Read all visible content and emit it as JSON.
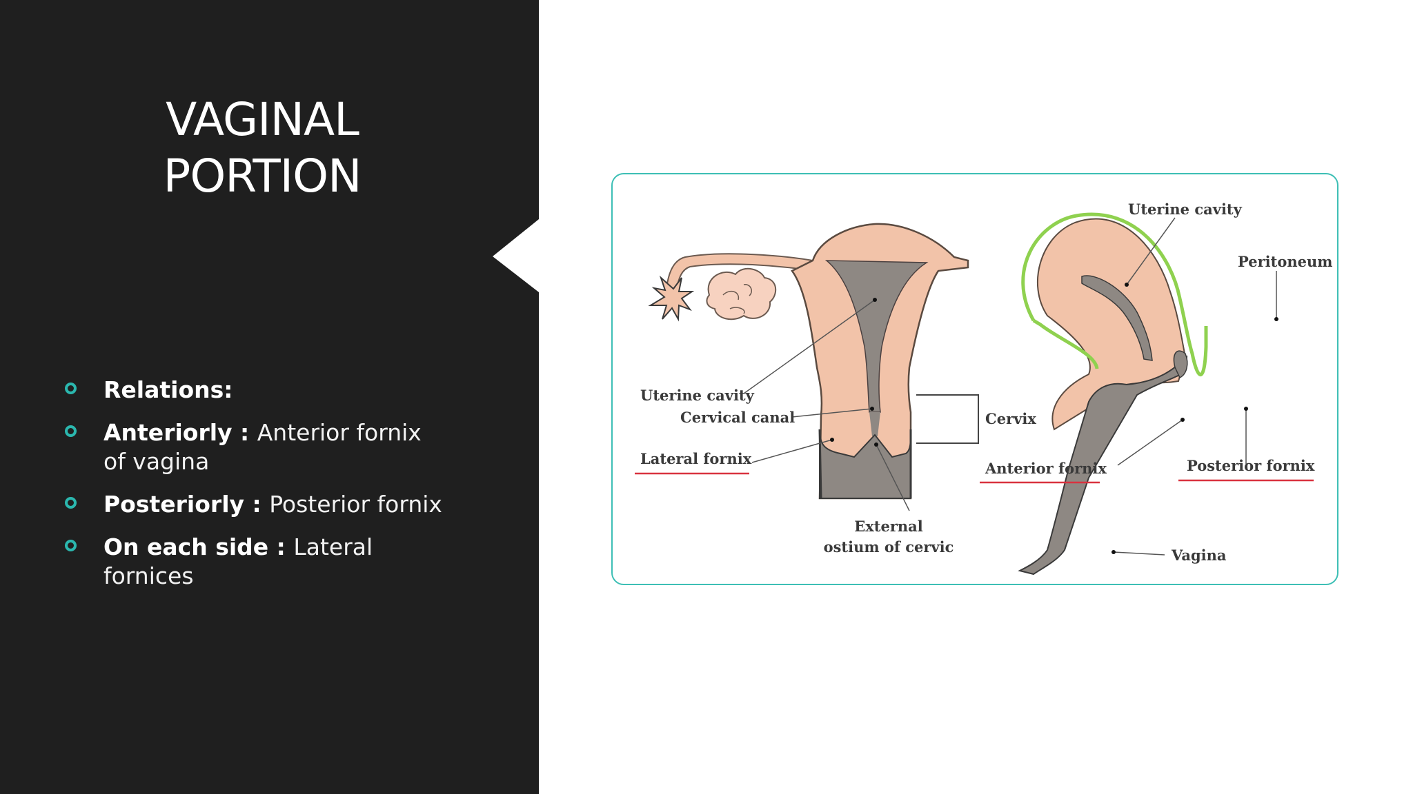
{
  "slide": {
    "title_line1": "VAGINAL",
    "title_line2": "PORTION",
    "bullets": [
      {
        "bold": "Relations:",
        "text": ""
      },
      {
        "bold": "Anteriorly : ",
        "text": "Anterior fornix of vagina"
      },
      {
        "bold": "Posteriorly : ",
        "text": "Posterior fornix"
      },
      {
        "bold": "On each side : ",
        "text": "Lateral fornices"
      }
    ]
  },
  "diagram": {
    "labels": {
      "uterine_cavity_left": "Uterine cavity",
      "cervical_canal": "Cervical canal",
      "lateral_fornix": "Lateral fornix",
      "cervix": "Cervix",
      "external_line1": "External",
      "external_line2": "ostium of cervic",
      "uterine_cavity_right": "Uterine cavity",
      "peritoneum": "Peritoneum",
      "anterior_fornix": "Anterior fornix",
      "posterior_fornix": "Posterior fornix",
      "vagina": "Vagina"
    }
  },
  "colors": {
    "panel_bg": "#1f1f1f",
    "accent": "#2bb7ae",
    "tissue": "#f2c3a9",
    "cavity": "#8e8883",
    "peritoneum": "#8fd14f",
    "underline": "#d9323f"
  }
}
